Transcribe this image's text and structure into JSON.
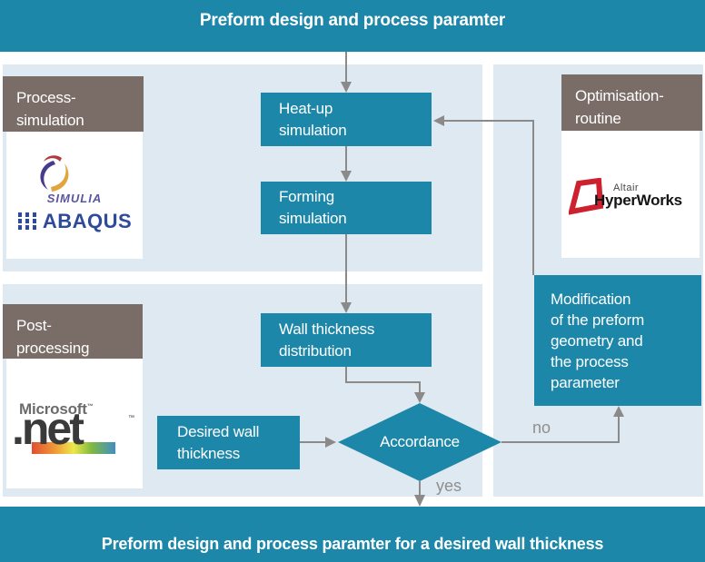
{
  "banners": {
    "top": "Preform design and process paramter",
    "bottom": "Preform design and process paramter for a desired wall thickness"
  },
  "section_headers": {
    "process": "Process-\nsimulation",
    "optimisation": "Optimisation-\nroutine",
    "post": "Post-\nprocessing"
  },
  "flow": {
    "heat_up": "Heat-up\nsimulation",
    "forming": "Forming\nsimulation",
    "wall_thickness": "Wall thickness\ndistribution",
    "desired_wall": "Desired wall\nthickness",
    "modification": "Modification\nof the preform\ngeometry and\nthe process\nparameter",
    "accordance": "Accordance",
    "label_no": "no",
    "label_yes": "yes"
  },
  "logos": {
    "simulia": {
      "brand": "SIMULIA",
      "product": "ABAQUS"
    },
    "hyperworks": {
      "brand": "Altair",
      "product": "HyperWorks"
    },
    "dotnet": {
      "brand": "Microsoft",
      "product": ".net",
      "tm": "™"
    }
  },
  "colors": {
    "teal": "#1c87a8",
    "panel_blue": "#dfe9f1",
    "header_brown": "#7a6d67",
    "arrow_gray": "#8a8a8a",
    "label_gray": "#8f8f8f",
    "simulia_purple": "#5b55a3",
    "abaqus_navy": "#2d4a9b",
    "altair_red": "#cd2130",
    "dotnet_gray": "#6b6b6b",
    "dotnet_dark": "#3a3a3a"
  }
}
